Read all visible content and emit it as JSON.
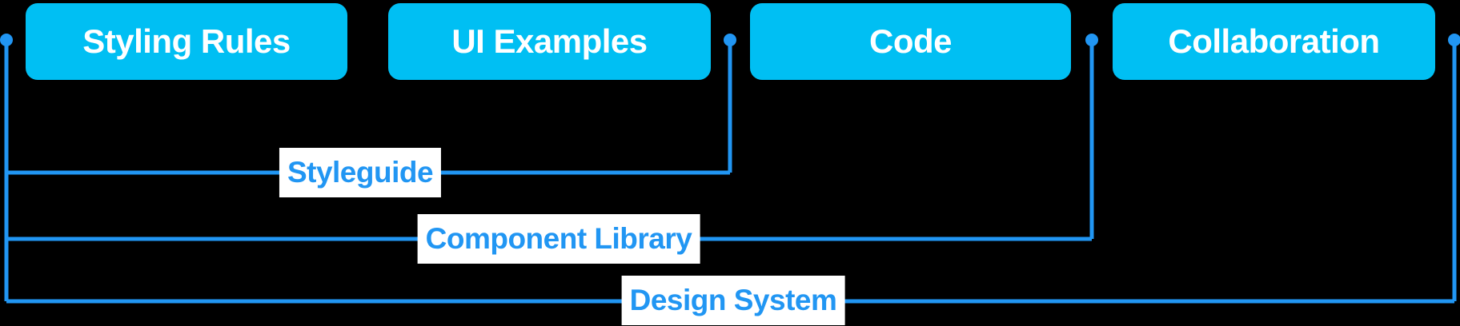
{
  "diagram": {
    "nodes": [
      {
        "label": "Styling Rules"
      },
      {
        "label": "UI Examples"
      },
      {
        "label": "Code"
      },
      {
        "label": "Collaboration"
      }
    ],
    "brackets": [
      {
        "label": "Styleguide"
      },
      {
        "label": "Component Library"
      },
      {
        "label": "Design System"
      }
    ],
    "colors": {
      "box_fill": "#00BFF3",
      "box_text": "#FFFFFF",
      "accent": "#2196F3",
      "label_background": "#FFFFFF",
      "background": "#000000"
    }
  }
}
